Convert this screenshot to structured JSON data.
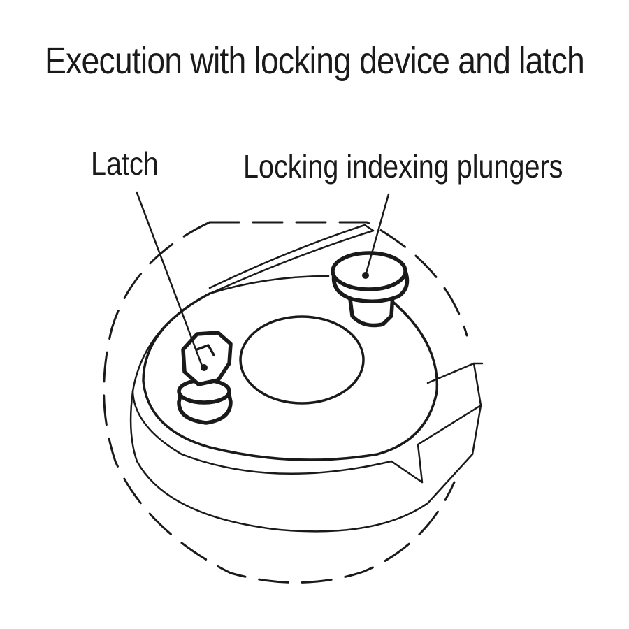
{
  "diagram": {
    "title": "Execution with locking device and latch",
    "labels": {
      "latch": "Latch",
      "plungers": "Locking indexing plungers"
    },
    "colors": {
      "line": "#1a1a1a",
      "background": "#ffffff"
    }
  }
}
